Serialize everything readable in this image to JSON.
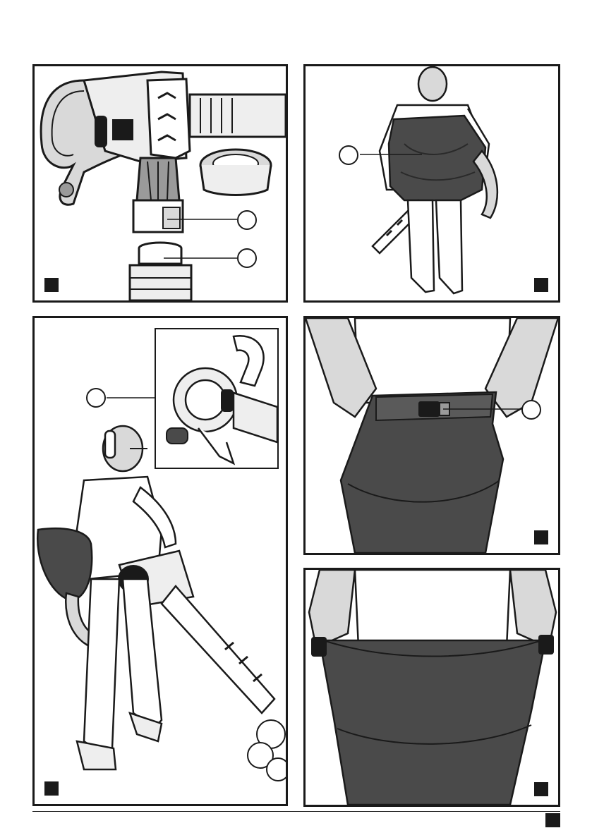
{
  "page": {
    "type": "instruction-manual-illustration-page",
    "panels": [
      {
        "id": "top-left",
        "depicts": "blower-tube-connection",
        "callouts": 2
      },
      {
        "id": "top-right",
        "depicts": "collection-bag-worn-rear",
        "callouts": 1
      },
      {
        "id": "middle-left",
        "depicts": "operator-using-blower-vac",
        "callouts": 1
      },
      {
        "id": "middle-right",
        "depicts": "bag-buckle-fastening",
        "callouts": 1
      },
      {
        "id": "bottom-right",
        "depicts": "bag-opened-for-emptying",
        "callouts": 0
      }
    ]
  },
  "colors": {
    "ink": "#1a1a1a",
    "bag": "#4a4a4a",
    "gray_light": "#d9d9d9",
    "gray_mid": "#9a9a9a",
    "paper": "#ffffff"
  }
}
